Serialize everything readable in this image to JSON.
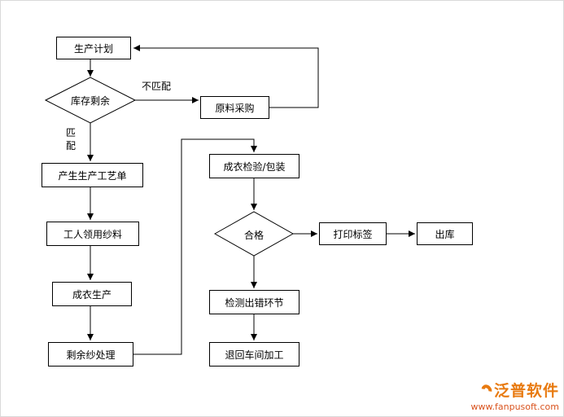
{
  "flowchart": {
    "nodes": {
      "production_plan": "生产计划",
      "inventory_check": "库存剩余",
      "raw_material_purchase": "原料采购",
      "process_sheet": "产生生产工艺单",
      "receive_yarn": "工人领用纱料",
      "garment_production": "成衣生产",
      "leftover_yarn": "剩余纱处理",
      "inspection_packaging": "成衣检验/包装",
      "qualified_check": "合格",
      "print_label": "打印标签",
      "outbound": "出库",
      "error_detection": "检测出错环节",
      "return_workshop": "退回车间加工"
    },
    "edge_labels": {
      "not_match": "不匹配",
      "match": "匹\n配"
    }
  },
  "watermark": {
    "brand": "泛普软件",
    "url": "www.fanpusoft.com",
    "brand_color": "#e87a10",
    "url_color": "#d9531e"
  },
  "colors": {
    "line": "#000000",
    "box_border": "#000000",
    "background": "#ffffff"
  }
}
